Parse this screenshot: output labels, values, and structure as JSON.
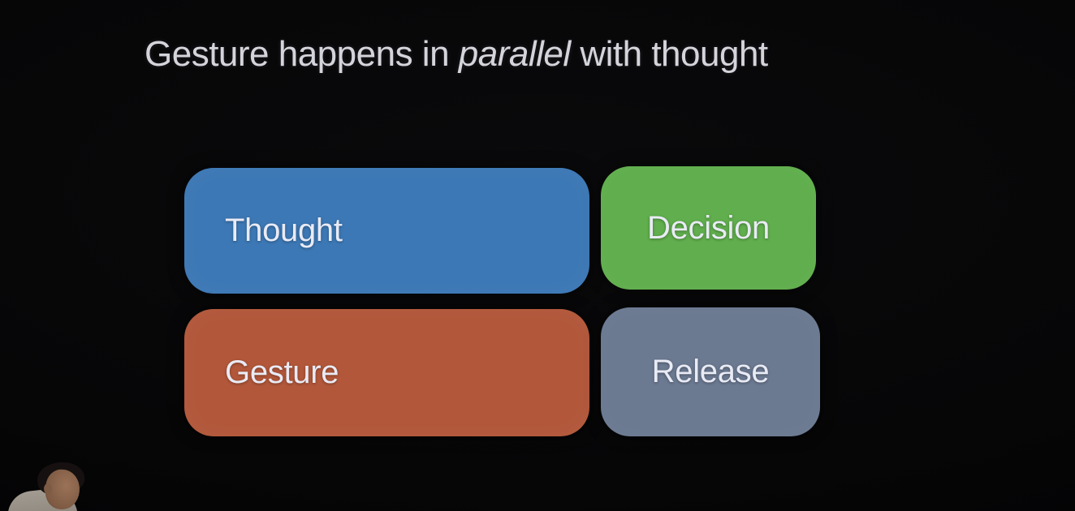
{
  "slide": {
    "title": {
      "prefix": "Gesture happens in ",
      "emphasis": "parallel",
      "suffix": " with thought"
    },
    "title_color": "#d4d4db",
    "label_color": "#e9ebf5",
    "background_color": "#060607"
  },
  "blocks": [
    {
      "label": "Thought",
      "color": "#3c78b5",
      "row": 1,
      "width": "wide",
      "text_align": "left"
    },
    {
      "label": "Decision",
      "color": "#60ae4d",
      "row": 1,
      "width": "narrow",
      "text_align": "center"
    },
    {
      "label": "Gesture",
      "color": "#b2573a",
      "row": 2,
      "width": "wide",
      "text_align": "left"
    },
    {
      "label": "Release",
      "color": "#6b7991",
      "row": 2,
      "width": "narrow",
      "text_align": "center"
    }
  ],
  "presenter": {
    "icon": "speaker-head-photo"
  }
}
